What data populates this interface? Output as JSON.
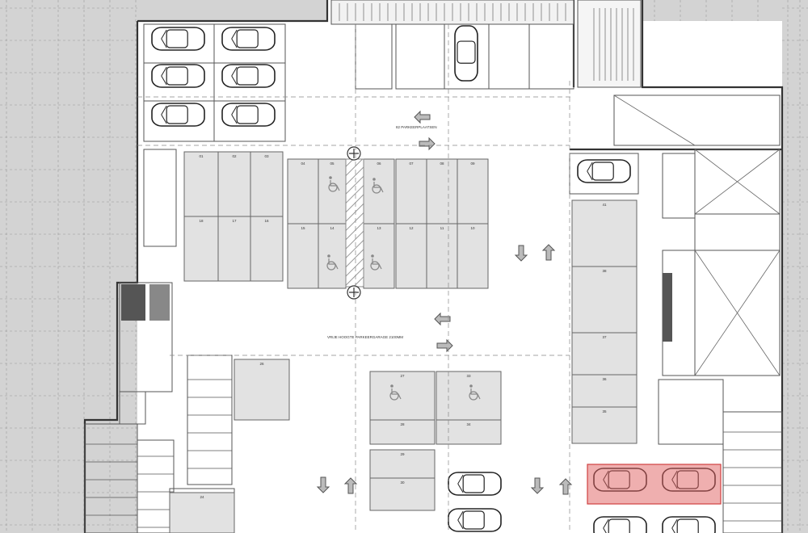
{
  "plan": {
    "notes": {
      "top": "82 PARKEERPLAATSEN",
      "middle": "VRIJE HOOGTE PARKEERGARAGE 2100MM"
    },
    "colors": {
      "paper": "#ffffff",
      "outside": "#d3d3d3",
      "bay": "#e2e2e2",
      "wall": "#333333",
      "line": "#555555",
      "highlight": "#e06060"
    },
    "bays": [
      {
        "id": "01",
        "number": "01"
      },
      {
        "id": "02",
        "number": "02"
      },
      {
        "id": "03",
        "number": "03"
      },
      {
        "id": "04",
        "number": "04"
      },
      {
        "id": "05",
        "number": "05"
      },
      {
        "id": "06",
        "number": "06"
      },
      {
        "id": "07",
        "number": "07"
      },
      {
        "id": "08",
        "number": "08"
      },
      {
        "id": "09",
        "number": "09"
      },
      {
        "id": "10",
        "number": "10"
      },
      {
        "id": "11",
        "number": "11"
      },
      {
        "id": "12",
        "number": "12"
      },
      {
        "id": "13",
        "number": "13"
      },
      {
        "id": "14",
        "number": "14"
      },
      {
        "id": "15",
        "number": "15"
      },
      {
        "id": "16",
        "number": "16"
      },
      {
        "id": "17",
        "number": "17"
      },
      {
        "id": "18",
        "number": "18"
      },
      {
        "id": "24",
        "number": "24"
      },
      {
        "id": "26",
        "number": "26"
      },
      {
        "id": "27",
        "number": "27"
      },
      {
        "id": "28",
        "number": "28"
      },
      {
        "id": "29",
        "number": "29"
      },
      {
        "id": "30",
        "number": "30"
      },
      {
        "id": "33",
        "number": "33"
      },
      {
        "id": "34",
        "number": "34"
      },
      {
        "id": "35",
        "number": "35"
      },
      {
        "id": "36",
        "number": "36"
      },
      {
        "id": "37",
        "number": "37"
      },
      {
        "id": "38",
        "number": "38"
      },
      {
        "id": "41",
        "number": "41"
      }
    ],
    "icons": {
      "car": "car-icon",
      "arrow": "direction-arrow-icon",
      "wheelchair": "wheelchair-icon",
      "highlight": "highlighted-parking-area"
    }
  }
}
